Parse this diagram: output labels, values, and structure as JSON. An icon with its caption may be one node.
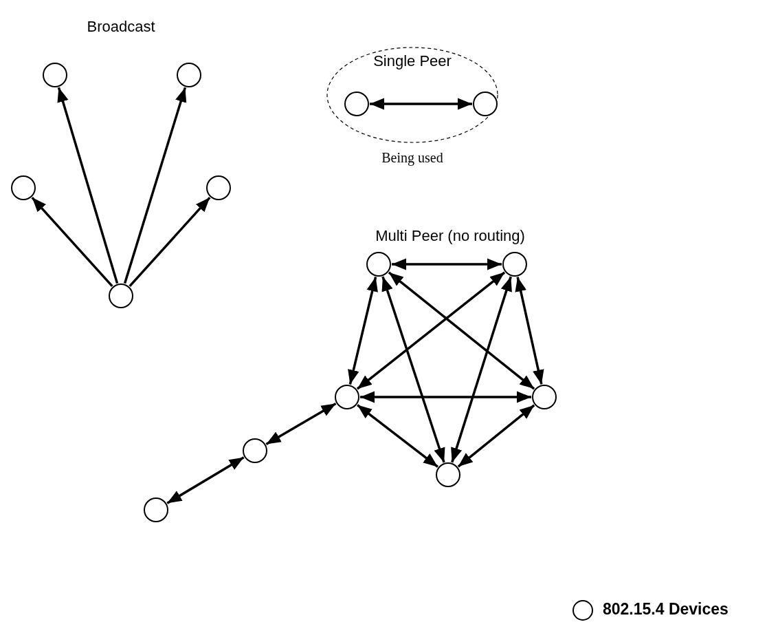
{
  "diagram": {
    "nodes": [
      {
        "text": [],
        "shape": "circle"
      },
      {
        "text": [],
        "shape": "circle"
      },
      {
        "text": [],
        "shape": "circle"
      },
      {
        "text": [],
        "shape": "circle"
      },
      {
        "text": [],
        "shape": "circle"
      },
      {
        "text": [
          "Single Peer"
        ],
        "beside": [
          "Being used"
        ]
      },
      {
        "text": [],
        "shape": "circle",
        "in": 5
      },
      {
        "text": [],
        "shape": "circle",
        "in": 5
      },
      {
        "text": [],
        "shape": "circle"
      },
      {
        "text": [],
        "shape": "circle"
      },
      {
        "text": [],
        "shape": "circle"
      },
      {
        "text": [],
        "shape": "circle"
      },
      {
        "text": [],
        "shape": "circle"
      },
      {
        "text": [],
        "shape": "circle"
      },
      {
        "text": [],
        "shape": "circle"
      }
    ],
    "edges": [
      {
        "from": 4,
        "to": 0,
        "arrow": "to"
      },
      {
        "from": 4,
        "to": 1,
        "arrow": "to"
      },
      {
        "from": 4,
        "to": 2,
        "arrow": "to"
      },
      {
        "from": 4,
        "to": 3,
        "arrow": "to"
      },
      {
        "from": 6,
        "to": 7,
        "arrow": "both"
      },
      {
        "from": 8,
        "to": 9,
        "arrow": "both"
      },
      {
        "from": 8,
        "to": 10,
        "arrow": "both"
      },
      {
        "from": 8,
        "to": 11,
        "arrow": "both"
      },
      {
        "from": 8,
        "to": 12,
        "arrow": "both"
      },
      {
        "from": 9,
        "to": 10,
        "arrow": "both"
      },
      {
        "from": 9,
        "to": 11,
        "arrow": "both"
      },
      {
        "from": 9,
        "to": 12,
        "arrow": "both"
      },
      {
        "from": 10,
        "to": 11,
        "arrow": "both"
      },
      {
        "from": 10,
        "to": 12,
        "arrow": "both"
      },
      {
        "from": 11,
        "to": 12,
        "arrow": "both"
      },
      {
        "from": 10,
        "to": 13,
        "arrow": "both"
      },
      {
        "from": 13,
        "to": 14,
        "arrow": "both"
      }
    ],
    "labels": [
      "Broadcast",
      "Multi Peer (no routing)"
    ],
    "legend": [
      {
        "text": "802.15.4 Devices"
      }
    ]
  }
}
